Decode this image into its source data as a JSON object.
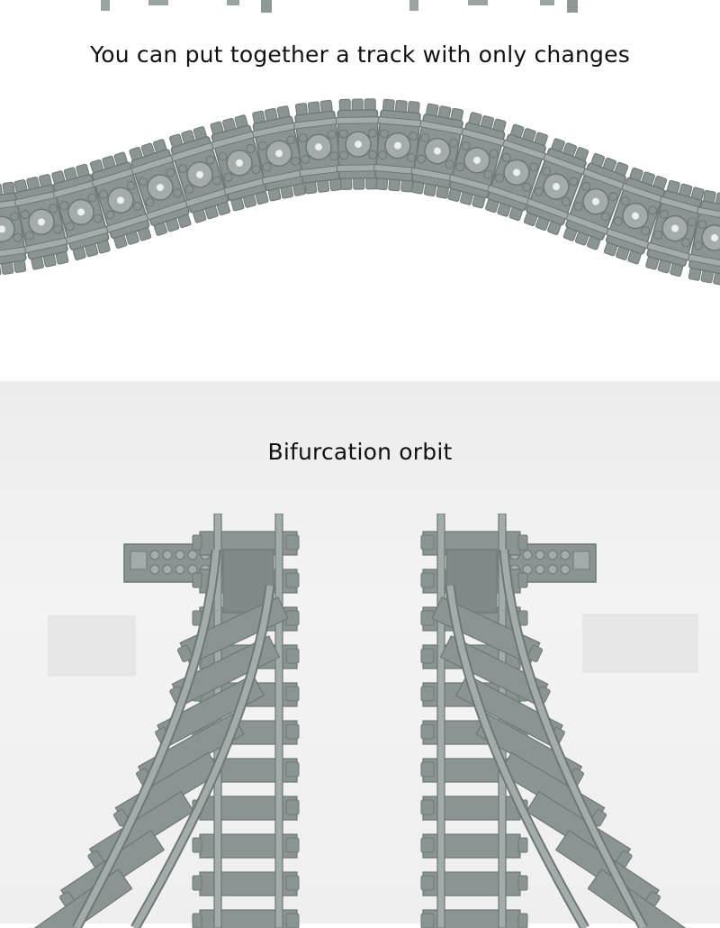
{
  "captions": {
    "flexible_track": "You can put together a track with only changes",
    "switch_track": "Bifurcation orbit"
  },
  "colors": {
    "track_grey": "#8a9593",
    "track_dark": "#6d7776",
    "track_light": "#a3acab",
    "background_bottom": "#efefef",
    "caption_text": "#111111"
  },
  "images": {
    "flexible_track": "flexible-track-segments",
    "switch_left": "left-switch-track",
    "switch_right": "right-switch-track"
  }
}
